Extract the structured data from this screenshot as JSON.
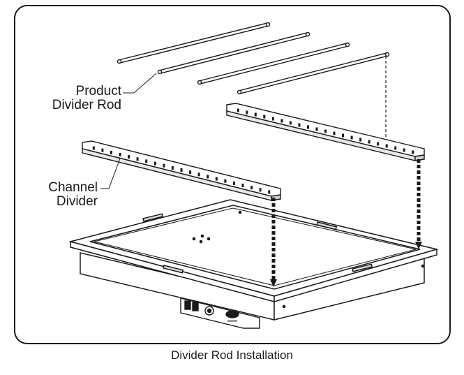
{
  "labels": {
    "product_divider_rod": [
      "Product",
      "Divider Rod"
    ],
    "channel_divider": [
      "Channel",
      "Divider"
    ]
  },
  "caption": "Divider Rod Installation",
  "components": [
    {
      "name": "product-divider-rod",
      "count": 4
    },
    {
      "name": "channel-divider",
      "count": 2
    },
    {
      "name": "well-frame",
      "count": 1
    },
    {
      "name": "control-panel",
      "count": 1
    }
  ],
  "icons": [
    "down-arrow-icon",
    "dashed-guide-line",
    "leader-line"
  ],
  "colors": {
    "line": "#1a1a1a",
    "fill": "#ffffff",
    "shade": "#d9d9d9"
  }
}
